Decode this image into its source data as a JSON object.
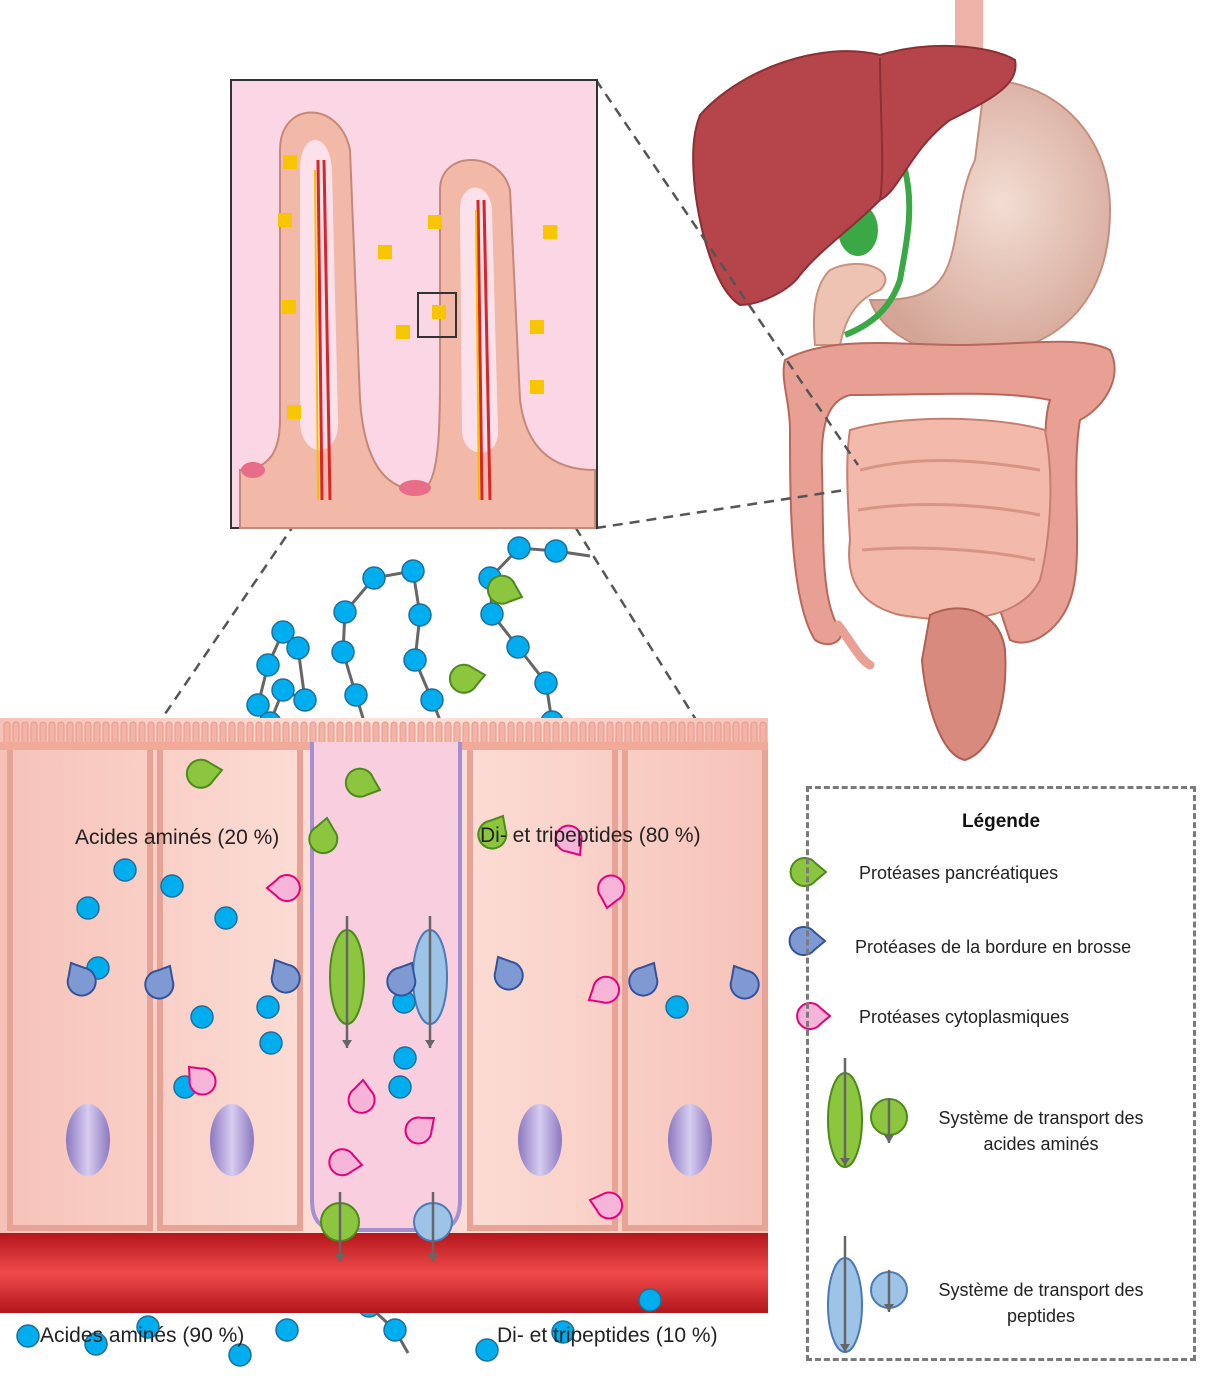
{
  "labels": {
    "lumen_amino": "Acides aminés (20 %)",
    "lumen_peptides": "Di- et tripeptides (80 %)",
    "blood_amino": "Acides aminés (90 %)",
    "blood_peptides": "Di- et tripeptides (10 %)"
  },
  "legend": {
    "title": "Légende",
    "items": [
      {
        "label": "Protéases pancréatiques",
        "icon": "pacman-green",
        "color": "#8cc63f"
      },
      {
        "label": "Protéases de la bordure en brosse",
        "icon": "pacman-blue",
        "color": "#7f99d3"
      },
      {
        "label": "Protéases cytoplasmiques",
        "icon": "pacman-pink",
        "color": "#f6b4d8"
      },
      {
        "label": "Système de transport des acides aminés",
        "icon": "transporter-green",
        "color": "#8cc63f"
      },
      {
        "label": "Système de transport des peptides",
        "icon": "transporter-blue",
        "color": "#9dc3e6"
      }
    ]
  },
  "colors": {
    "amino_acid": "#00aeef",
    "liver": "#b5454a",
    "intestine": "#e9a094",
    "epithelium": "#f8c9c0",
    "blood": "#d7262b"
  }
}
